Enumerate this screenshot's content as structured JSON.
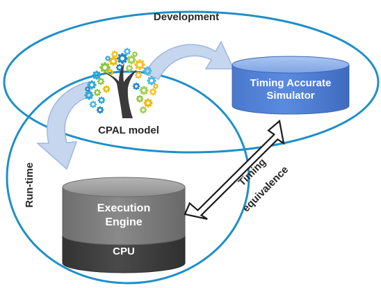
{
  "regions": {
    "development": "Development",
    "runtime": "Run-time"
  },
  "model": {
    "label": "CPAL model",
    "icon": "gear-tree-icon"
  },
  "simulator": {
    "line1": "Timing Accurate",
    "line2": "Simulator"
  },
  "engine": {
    "line1": "Execution",
    "line2": "Engine",
    "base": "CPU"
  },
  "relation": {
    "line1": "Timing",
    "line2": "equivalence"
  },
  "colors": {
    "outline": "#1e8fc9",
    "simulator": "#4f7fd3",
    "engine": "#7f7f7f",
    "cpu": "#404040",
    "arrow_fill": "#c6d6ee",
    "arrow_stroke": "#9db7dd"
  }
}
